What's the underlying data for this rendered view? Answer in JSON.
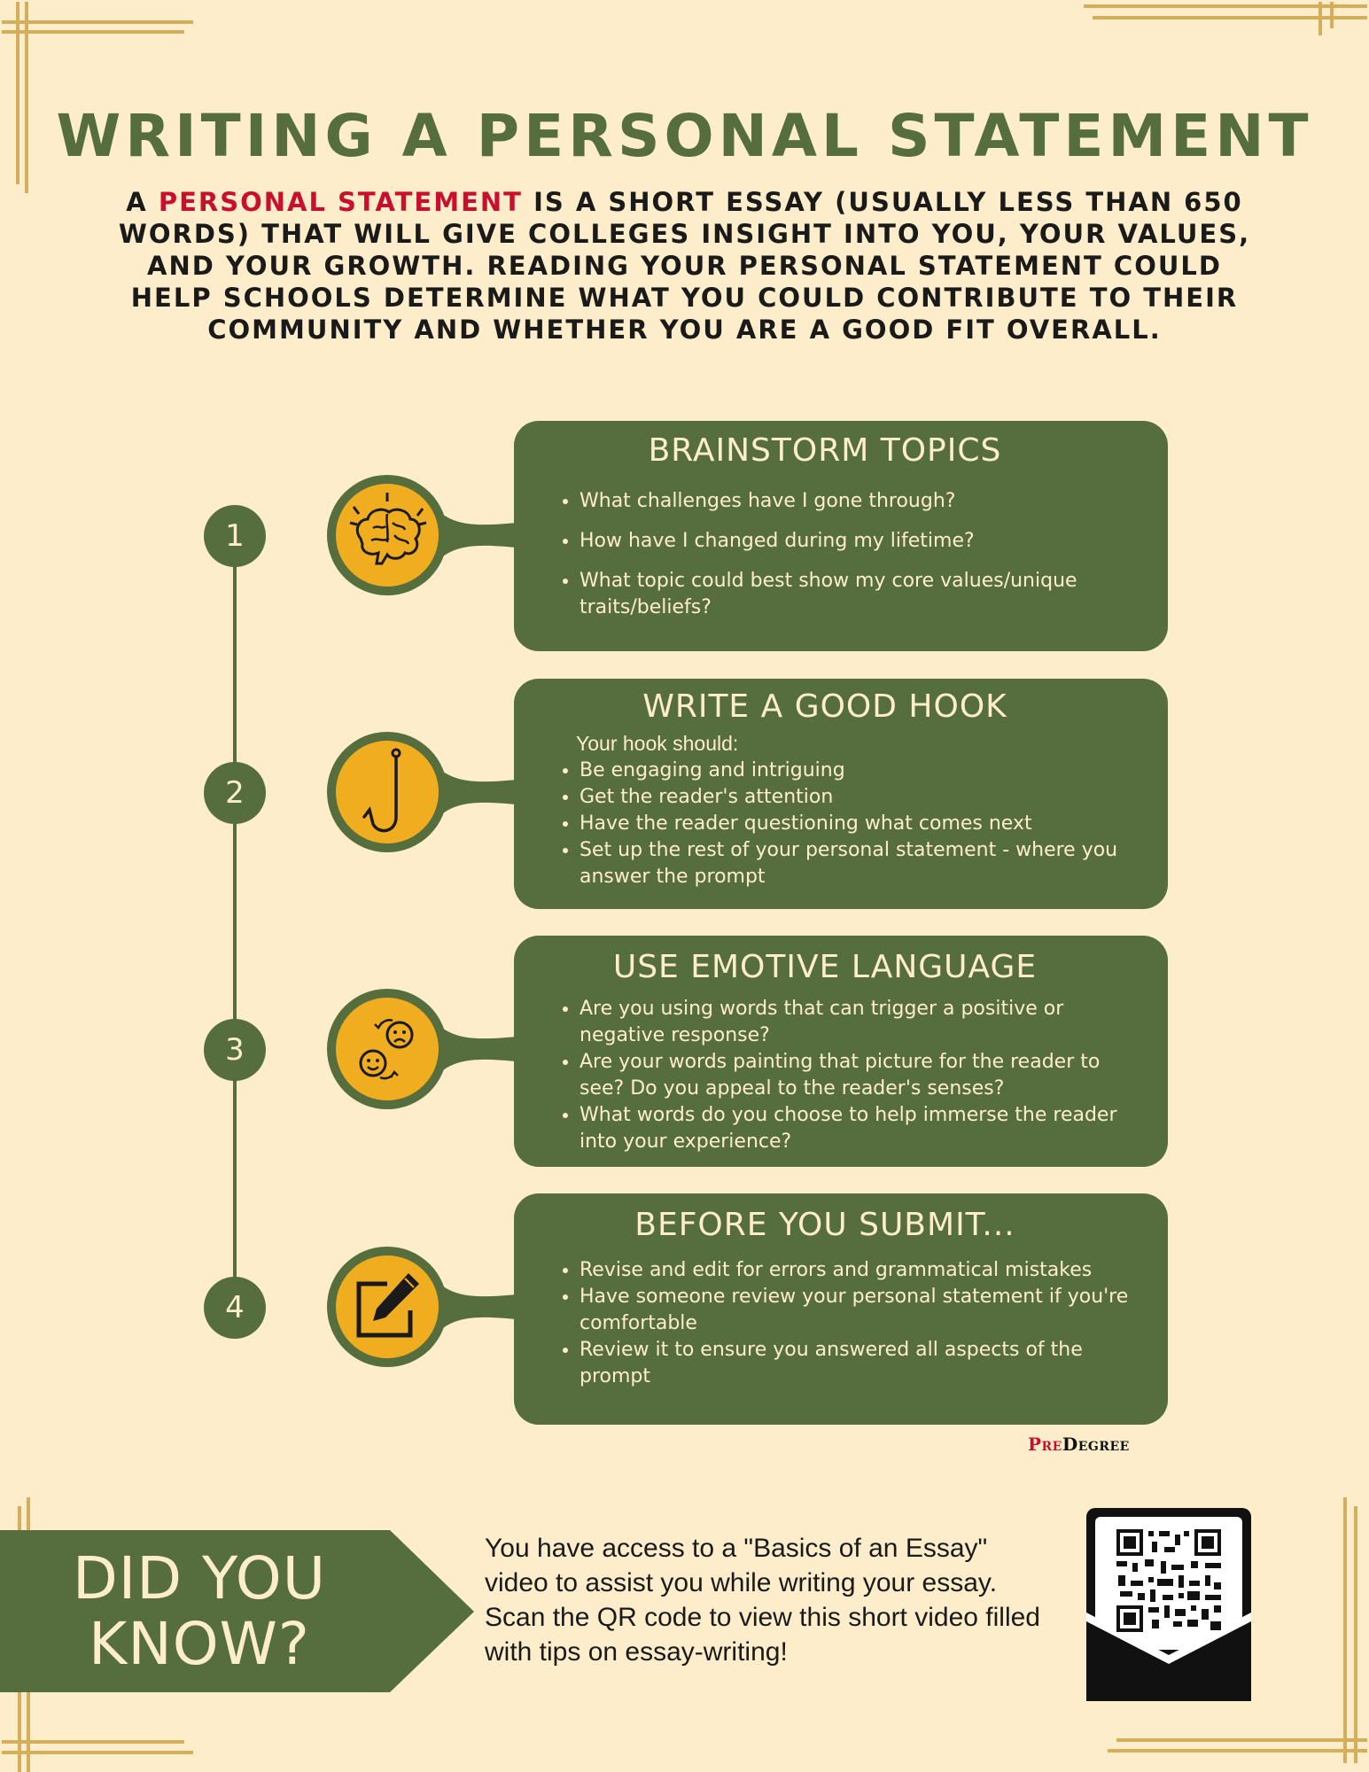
{
  "header": {
    "title": "WRITING A PERSONAL STATEMENT",
    "intro_prefix": "A ",
    "intro_highlight": "PERSONAL STATEMENT",
    "intro_rest": " IS A SHORT ESSAY (USUALLY LESS THAN 650 WORDS) THAT WILL GIVE COLLEGES INSIGHT INTO YOU, YOUR VALUES, AND YOUR GROWTH. READING YOUR PERSONAL STATEMENT COULD HELP SCHOOLS DETERMINE WHAT YOU COULD CONTRIBUTE TO THEIR COMMUNITY AND WHETHER YOU ARE A GOOD FIT OVERALL."
  },
  "colors": {
    "background": "#fdedca",
    "green": "#566e3d",
    "gold": "#f0ad1f",
    "frame_gold": "#d4ae5b",
    "highlight_red": "#c8102e"
  },
  "steps": [
    {
      "number": "1",
      "icon": "brain-icon",
      "title": "BRAINSTORM TOPICS",
      "bullets": [
        "What challenges have I gone through?",
        "How have I changed during my lifetime?",
        "What topic could best show my core values/unique",
        "traits/beliefs?"
      ]
    },
    {
      "number": "2",
      "icon": "hook-icon",
      "title": "WRITE A GOOD HOOK",
      "subtitle": "Your hook should:",
      "bullets": [
        "Be engaging and intriguing",
        "Get the reader's attention",
        "Have the reader questioning what comes next",
        "Set up the rest of your personal statement - where you answer the prompt"
      ]
    },
    {
      "number": "3",
      "icon": "emotions-icon",
      "title": "USE EMOTIVE LANGUAGE",
      "bullets": [
        "Are you using words that can trigger a positive or negative response?",
        "Are your words painting that picture for the reader to see? Do you appeal to the reader's senses?",
        "What words do you choose to help immerse the reader into your experience?"
      ]
    },
    {
      "number": "4",
      "icon": "edit-icon",
      "title": "BEFORE YOU SUBMIT...",
      "bullets": [
        "Revise and edit for errors and grammatical mistakes",
        "Have someone review your personal statement if you're comfortable",
        "Review it to ensure you answered all aspects of the prompt"
      ]
    }
  ],
  "brand": {
    "pre": "Pre",
    "degree": "Degree"
  },
  "did_you_know": {
    "heading_line1": "DID YOU",
    "heading_line2": "KNOW?",
    "body": "You have access to a \"Basics of an Essay\" video to assist you while writing your essay. Scan the QR code to view this short video filled with tips on essay-writing!",
    "qr_icon": "qr-code-icon"
  }
}
